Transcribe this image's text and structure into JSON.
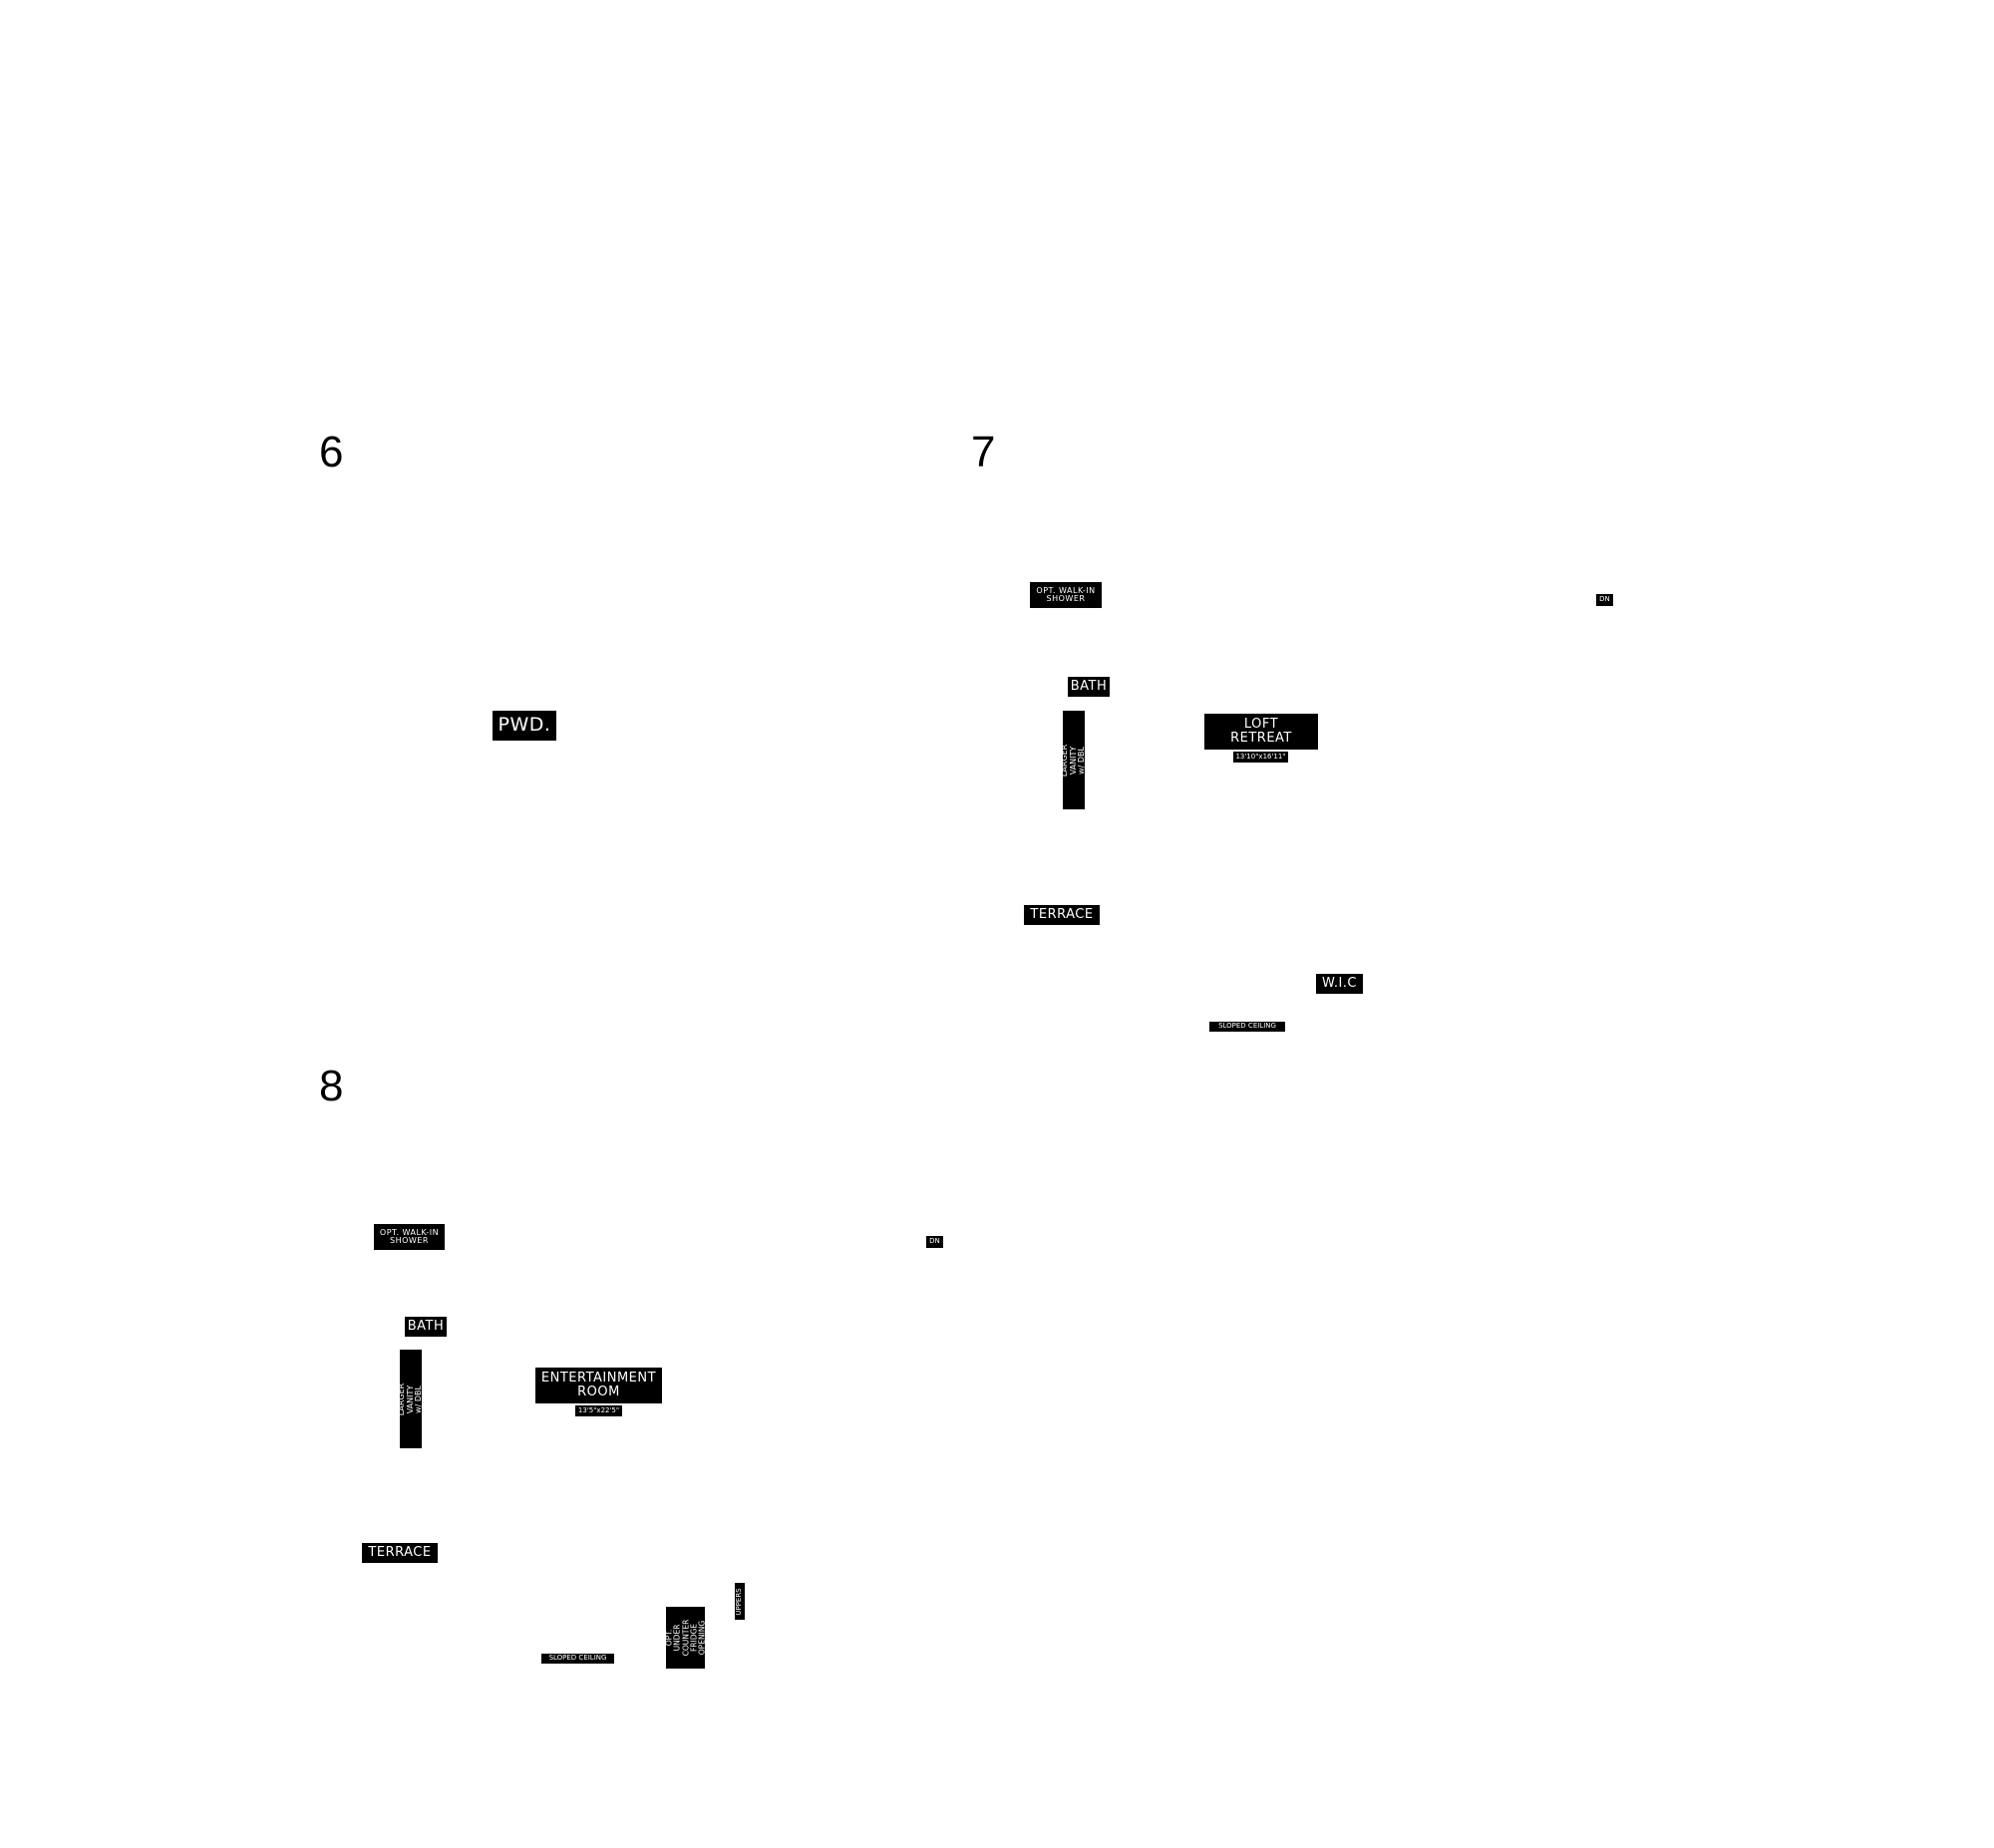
{
  "panels": [
    {
      "number": "6",
      "labels": {
        "pwd": "PWD."
      }
    },
    {
      "number": "7",
      "labels": {
        "walk_in_shower": "OPT. WALK-IN\nSHOWER",
        "dn": "DN",
        "bath": "BATH",
        "vanity": "OPT. LARGER VANITY\nw/ DBL SINKS",
        "loft_retreat": "LOFT\nRETREAT",
        "loft_dims": "13'10\"x16'11\"",
        "terrace": "TERRACE",
        "wic": "W.I.C",
        "sloped_ceiling": "SLOPED CEILING"
      }
    },
    {
      "number": "8",
      "labels": {
        "walk_in_shower": "OPT. WALK-IN\nSHOWER",
        "dn": "DN",
        "bath": "BATH",
        "vanity": "OPT. LARGER VANITY\nw/ DBL SINKS",
        "entertainment_room": "ENTERTAINMENT\nROOM",
        "room_dims": "13'5\"x22'5\"",
        "terrace": "TERRACE",
        "sloped_ceiling": "SLOPED CEILING",
        "fridge_opening": "OPT. UNDER\nCOUNTER\nFRIDGE\nOPENING",
        "uppers": "UPPERS"
      }
    }
  ]
}
